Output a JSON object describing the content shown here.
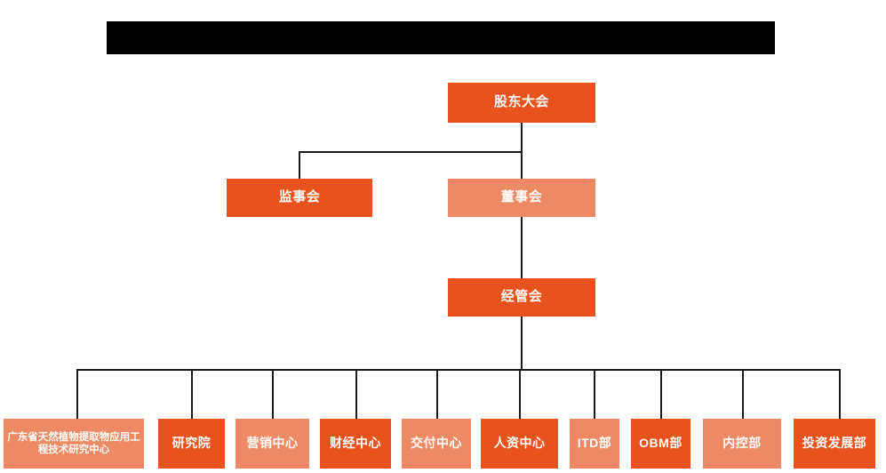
{
  "chart_type": "org-chart",
  "banner": {
    "name": "redacted-title-banner",
    "label": ""
  },
  "colors": {
    "dark_orange": "#E8521C",
    "light_orange": "#EE8A63",
    "connector": "#1a1a1a",
    "background": "#FFFFFF",
    "banner": "#000000",
    "text": "#FFFFFF"
  },
  "levels": {
    "level1": [
      {
        "id": "shareholders-meeting",
        "label": "股东大会",
        "shade": "dark"
      }
    ],
    "level2": [
      {
        "id": "board-of-supervisors",
        "label": "监事会",
        "shade": "dark"
      },
      {
        "id": "board-of-directors",
        "label": "董事会",
        "shade": "light"
      }
    ],
    "level3": [
      {
        "id": "management-committee",
        "label": "经管会",
        "shade": "dark"
      }
    ],
    "level4": [
      {
        "id": "gd-plant-extract-center",
        "label": "广东省天然植物提取物应用工程技术研究中心",
        "shade": "light"
      },
      {
        "id": "research-institute",
        "label": "研究院",
        "shade": "dark"
      },
      {
        "id": "marketing-center",
        "label": "营销中心",
        "shade": "light"
      },
      {
        "id": "finance-center",
        "label": "财经中心",
        "shade": "dark"
      },
      {
        "id": "delivery-center",
        "label": "交付中心",
        "shade": "light"
      },
      {
        "id": "hr-center",
        "label": "人资中心",
        "shade": "dark"
      },
      {
        "id": "itd-department",
        "label": "ITD部",
        "shade": "light"
      },
      {
        "id": "obm-department",
        "label": "OBM部",
        "shade": "dark"
      },
      {
        "id": "internal-control-department",
        "label": "内控部",
        "shade": "light"
      },
      {
        "id": "investment-development-department",
        "label": "投资发展部",
        "shade": "dark"
      }
    ]
  }
}
